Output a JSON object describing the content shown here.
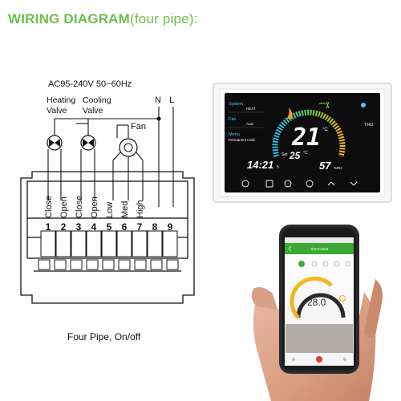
{
  "title": {
    "main": "WIRING DIAGRAM",
    "suffix": "(four pipe):"
  },
  "power": "AC95-240V  50~60Hz",
  "valves": {
    "heating": [
      "Heating",
      "Valve"
    ],
    "cooling": [
      "Cooling",
      "Valve"
    ]
  },
  "fan_label": "Fan",
  "supply": {
    "n": "N",
    "l": "L"
  },
  "terminals": {
    "labels": [
      "Close",
      "Open",
      "Close",
      "Open",
      "Low",
      "Med",
      "High"
    ],
    "numbers": [
      "1",
      "2",
      "3",
      "4",
      "5",
      "6",
      "7",
      "8",
      "9"
    ]
  },
  "caption": "Four Pipe, On/off",
  "thermostat": {
    "system": "System",
    "heat": "HEAT",
    "fan": "Fan",
    "auto": "Auto",
    "menu": "Menu",
    "hold": "Permanent Hold",
    "temp": "21",
    "unit": "°C",
    "set_label": "Set",
    "set_temp": "25",
    "time": "14:21",
    "time_suffix": "h",
    "humidity": "57",
    "humidity_unit": "%RH",
    "day": "THU"
  },
  "phone": {
    "app_title": "thermostat",
    "temp": "28.0"
  },
  "colors": {
    "title": "#6cc04a",
    "app": "#3aaa35",
    "dial_warm": "#f4b51f",
    "dial_cool": "#5bc0de"
  }
}
